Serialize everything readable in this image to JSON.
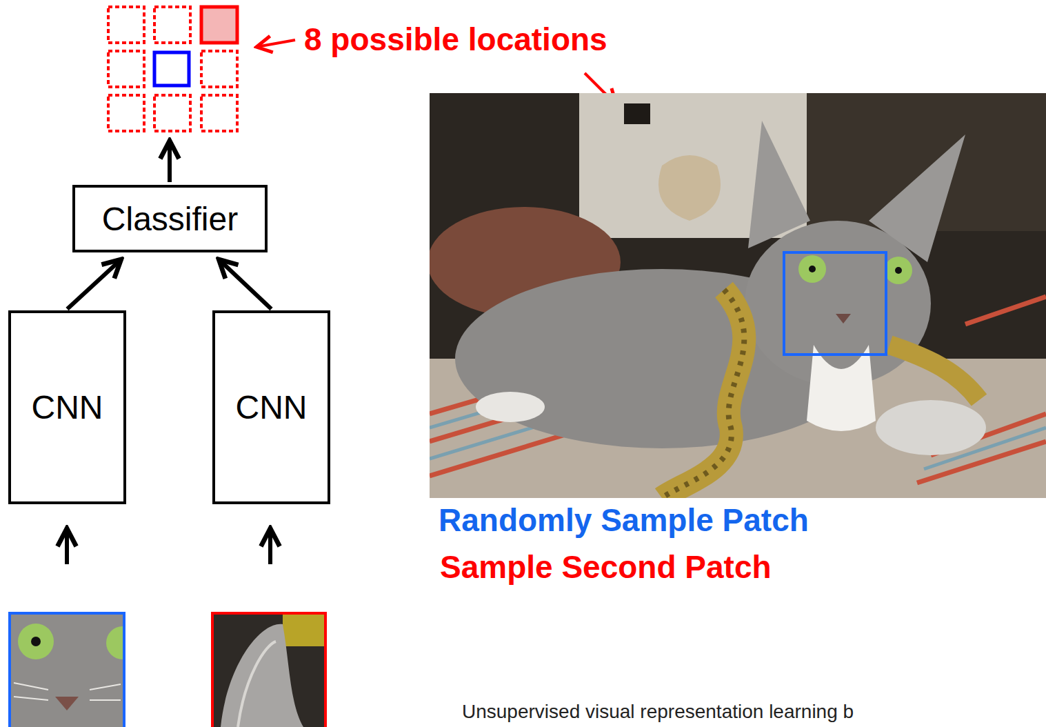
{
  "diagram": {
    "nodes": [
      {
        "text": [
          "Classifier"
        ]
      },
      {
        "text": [
          "CNN"
        ]
      },
      {
        "text": [
          "CNN"
        ]
      }
    ],
    "edges": [
      {
        "from": 1,
        "to": 0,
        "arrow": "to"
      },
      {
        "from": 2,
        "to": 0,
        "arrow": "to"
      }
    ],
    "labels": [
      "8 possible locations",
      "Randomly Sample Patch",
      "Sample Second Patch",
      "Unsupervised visual representation learning b"
    ]
  }
}
